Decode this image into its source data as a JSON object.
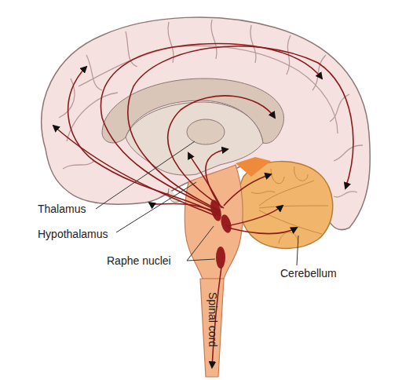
{
  "diagram": {
    "labels": [
      "Thalamus",
      "Hypothalamus",
      "Raphe nuclei",
      "Cerebellum",
      "Spinal cord"
    ]
  }
}
